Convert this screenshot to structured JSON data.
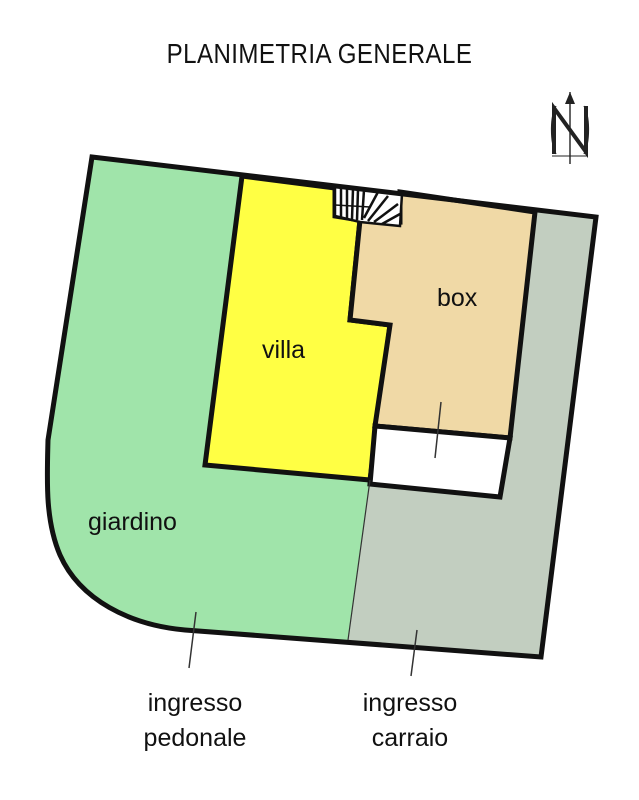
{
  "title": "PLANIMETRIA GENERALE",
  "areas": {
    "villa": {
      "label": "villa",
      "color": "#ffff44"
    },
    "box": {
      "label": "box",
      "color": "#f0d9a6"
    },
    "giardino": {
      "label": "giardino",
      "color": "#a0e4aa"
    },
    "carraio_area": {
      "color": "#c2cec0"
    }
  },
  "entrances": {
    "pedonale": {
      "line1": "ingresso",
      "line2": "pedonale"
    },
    "carraio": {
      "line1": "ingresso",
      "line2": "carraio"
    }
  },
  "compass": {
    "icon": "north-arrow-icon",
    "letter": "N"
  },
  "colors": {
    "outline": "#111111",
    "background": "#ffffff"
  }
}
